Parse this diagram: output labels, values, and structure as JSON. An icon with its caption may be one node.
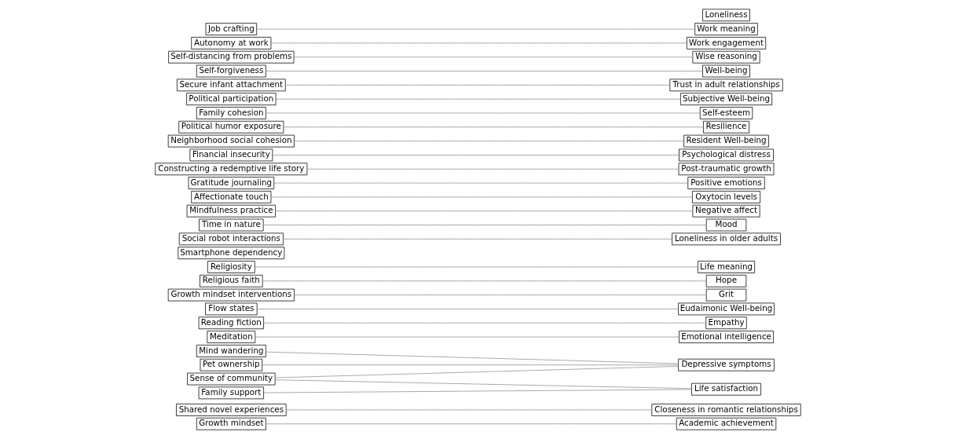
{
  "diagram": {
    "nodes": [
      {
        "text": [
          "Growth mindset"
        ]
      },
      {
        "text": [
          "Shared novel experiences"
        ]
      },
      {
        "text": [
          "Mind wandering"
        ]
      },
      {
        "text": [
          "Meditation"
        ]
      },
      {
        "text": [
          "Reading fiction"
        ]
      },
      {
        "text": [
          "Flow states"
        ]
      },
      {
        "text": [
          "Growth mindset interventions"
        ]
      },
      {
        "text": [
          "Religious faith"
        ]
      },
      {
        "text": [
          "Religiosity"
        ]
      },
      {
        "text": [
          "Family support"
        ]
      },
      {
        "text": [
          "Sense of community"
        ]
      },
      {
        "text": [
          "Pet ownership"
        ]
      },
      {
        "text": [
          "Smartphone dependency"
        ]
      },
      {
        "text": [
          "Social robot interactions"
        ]
      },
      {
        "text": [
          "Time in nature"
        ]
      },
      {
        "text": [
          "Mindfulness practice"
        ]
      },
      {
        "text": [
          "Affectionate touch"
        ]
      },
      {
        "text": [
          "Gratitude journaling"
        ]
      },
      {
        "text": [
          "Constructing a redemptive life story"
        ]
      },
      {
        "text": [
          "Financial insecurity"
        ]
      },
      {
        "text": [
          "Neighborhood social cohesion"
        ]
      },
      {
        "text": [
          "Political humor exposure"
        ]
      },
      {
        "text": [
          "Family cohesion"
        ]
      },
      {
        "text": [
          "Political participation"
        ]
      },
      {
        "text": [
          "Secure infant attachment"
        ]
      },
      {
        "text": [
          "Self-forgiveness"
        ]
      },
      {
        "text": [
          "Self-distancing from problems"
        ]
      },
      {
        "text": [
          "Autonomy at work"
        ]
      },
      {
        "text": [
          "Job crafting"
        ]
      },
      {
        "text": [
          "Academic achievement"
        ]
      },
      {
        "text": [
          "Closeness in romantic relationships"
        ]
      },
      {
        "text": [
          "Loneliness"
        ]
      },
      {
        "text": [
          "Depressive symptoms"
        ]
      },
      {
        "text": [
          "Emotional intelligence"
        ]
      },
      {
        "text": [
          "Empathy"
        ]
      },
      {
        "text": [
          "Eudaimonic Well-being"
        ]
      },
      {
        "text": [
          "Grit"
        ]
      },
      {
        "text": [
          "Hope"
        ]
      },
      {
        "text": [
          "Life meaning"
        ]
      },
      {
        "text": [
          "Life satisfaction"
        ]
      },
      {
        "text": [
          "Loneliness in older adults"
        ]
      },
      {
        "text": [
          "Mood"
        ]
      },
      {
        "text": [
          "Negative affect"
        ]
      },
      {
        "text": [
          "Oxytocin levels"
        ]
      },
      {
        "text": [
          "Positive emotions"
        ]
      },
      {
        "text": [
          "Post-traumatic growth"
        ]
      },
      {
        "text": [
          "Psychological distress"
        ]
      },
      {
        "text": [
          "Resident Well-being"
        ]
      },
      {
        "text": [
          "Resilience"
        ]
      },
      {
        "text": [
          "Self-esteem"
        ]
      },
      {
        "text": [
          "Subjective Well-being"
        ]
      },
      {
        "text": [
          "Trust in adult relationships"
        ]
      },
      {
        "text": [
          "Well-being"
        ]
      },
      {
        "text": [
          "Wise reasoning"
        ]
      },
      {
        "text": [
          "Work engagement"
        ]
      },
      {
        "text": [
          "Work meaning"
        ]
      }
    ],
    "edges": [
      {
        "from": 0,
        "to": 29,
        "arrow": "none"
      },
      {
        "from": 1,
        "to": 30,
        "arrow": "none"
      },
      {
        "from": 2,
        "to": 32,
        "arrow": "none"
      },
      {
        "from": 3,
        "to": 33,
        "arrow": "none"
      },
      {
        "from": 4,
        "to": 34,
        "arrow": "none"
      },
      {
        "from": 5,
        "to": 35,
        "arrow": "none"
      },
      {
        "from": 6,
        "to": 36,
        "arrow": "none"
      },
      {
        "from": 7,
        "to": 37,
        "arrow": "none"
      },
      {
        "from": 8,
        "to": 38,
        "arrow": "none"
      },
      {
        "from": 9,
        "to": 39,
        "arrow": "none"
      },
      {
        "from": 10,
        "to": 32,
        "arrow": "none"
      },
      {
        "from": 10,
        "to": 39,
        "arrow": "none"
      },
      {
        "from": 11,
        "to": 32,
        "arrow": "none"
      },
      {
        "from": 13,
        "to": 40,
        "arrow": "none"
      },
      {
        "from": 14,
        "to": 41,
        "arrow": "none"
      },
      {
        "from": 15,
        "to": 42,
        "arrow": "none"
      },
      {
        "from": 16,
        "to": 43,
        "arrow": "none"
      },
      {
        "from": 17,
        "to": 44,
        "arrow": "none"
      },
      {
        "from": 18,
        "to": 45,
        "arrow": "none"
      },
      {
        "from": 19,
        "to": 46,
        "arrow": "none"
      },
      {
        "from": 20,
        "to": 47,
        "arrow": "none"
      },
      {
        "from": 21,
        "to": 48,
        "arrow": "none"
      },
      {
        "from": 22,
        "to": 49,
        "arrow": "none"
      },
      {
        "from": 23,
        "to": 50,
        "arrow": "none"
      },
      {
        "from": 24,
        "to": 51,
        "arrow": "none"
      },
      {
        "from": 25,
        "to": 52,
        "arrow": "none"
      },
      {
        "from": 26,
        "to": 53,
        "arrow": "none"
      },
      {
        "from": 27,
        "to": 54,
        "arrow": "none"
      },
      {
        "from": 28,
        "to": 55,
        "arrow": "none"
      }
    ]
  }
}
